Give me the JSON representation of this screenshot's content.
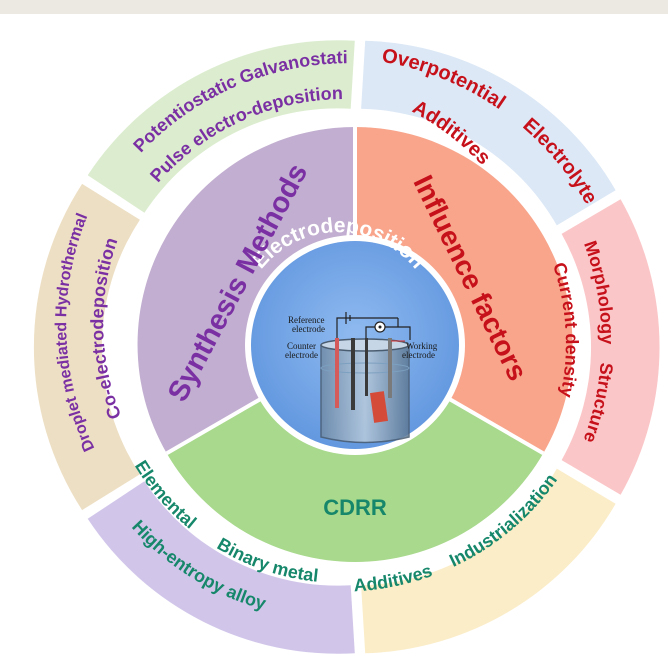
{
  "center": {
    "title": "Electrodeposition",
    "labels": {
      "reference": [
        "Reference",
        "electrode"
      ],
      "counter": [
        "Counter",
        "electrode"
      ],
      "working": [
        "Working",
        "electrode"
      ]
    }
  },
  "inner": {
    "synthesis": "Synthesis Methods",
    "influence": "Influence factors",
    "cdrr": "CDRR"
  },
  "outer": {
    "s1a": "Potentiostatic",
    "s1b": "Galvanostatic",
    "s1c": "Pulse electro-deposition",
    "s2a": "Droplet mediated Hydrothermal",
    "s2b": "Co-electrodeposition",
    "i1a": "Overpotential",
    "i1b": "Electrolyte",
    "i1c": "Additives",
    "i2a": "Morphology",
    "i2b": "Structure",
    "i2c": "Current density",
    "c1a": "Elemental",
    "c1b": "Binary metal",
    "c1c": "High-entropy alloy",
    "c2a": "Additives",
    "c2b": "Industrialization"
  },
  "colors": {
    "synthesis_inner": "#c2aed0",
    "influence_inner": "#f8a58c",
    "cdrr_inner": "#a8d98c",
    "outer_green": "#dcedcf",
    "outer_tan": "#eddfc3",
    "outer_lilac": "#d1c6ea",
    "outer_yellow": "#fbedc8",
    "outer_pink": "#fbc6c8",
    "outer_blue": "#dce8f6",
    "text_purple": "#7a2fa3",
    "text_red": "#c6101a",
    "text_green": "#16876a",
    "center_blue": "#73a6e8"
  }
}
